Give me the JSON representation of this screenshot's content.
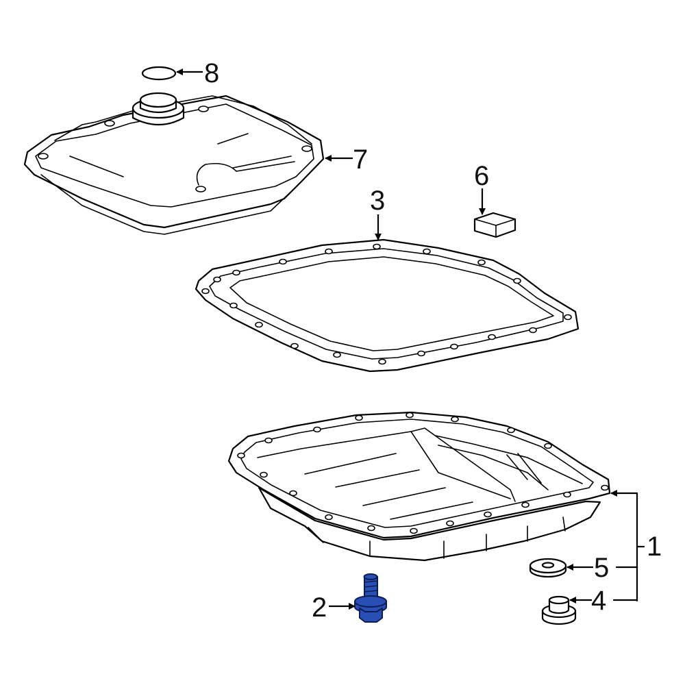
{
  "callouts": {
    "c1": "1",
    "c2": "2",
    "c3": "3",
    "c4": "4",
    "c5": "5",
    "c6": "6",
    "c7": "7",
    "c8": "8"
  },
  "colors": {
    "highlight_part": "#2a4fb4",
    "line": "#000000",
    "background": "#ffffff"
  }
}
